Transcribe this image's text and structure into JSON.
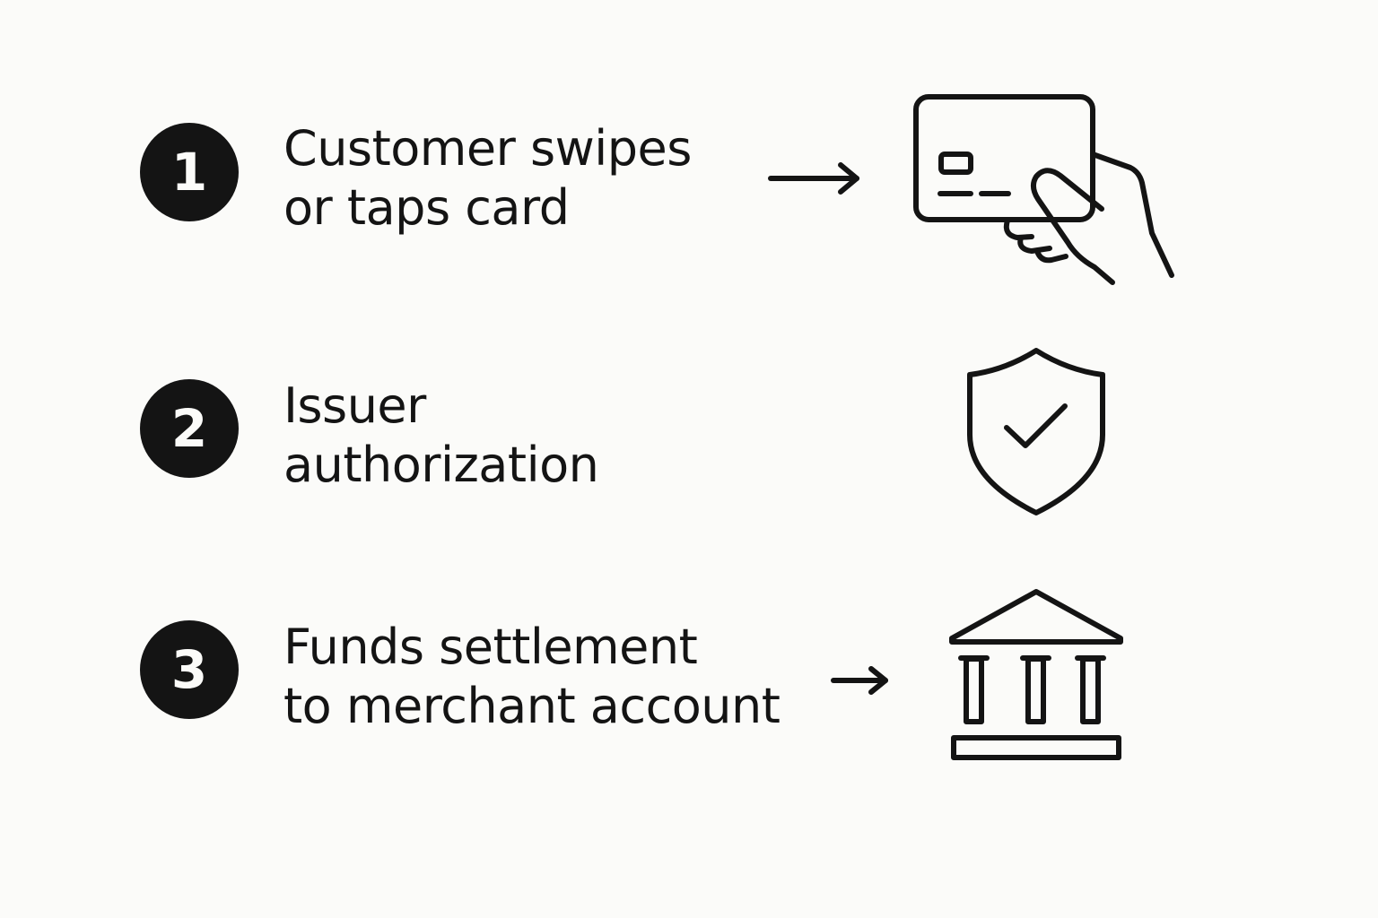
{
  "steps": [
    {
      "number": "1",
      "line1": "Customer swipes",
      "line2": "or taps card",
      "icon": "hand-holding-card-icon",
      "has_arrow": true
    },
    {
      "number": "2",
      "line1": "Issuer",
      "line2": "authorization",
      "icon": "shield-check-icon",
      "has_arrow": false
    },
    {
      "number": "3",
      "line1": "Funds settlement",
      "line2": "to merchant account",
      "icon": "bank-icon",
      "has_arrow": true
    }
  ],
  "colors": {
    "background": "#fbfbf9",
    "ink": "#141414"
  }
}
